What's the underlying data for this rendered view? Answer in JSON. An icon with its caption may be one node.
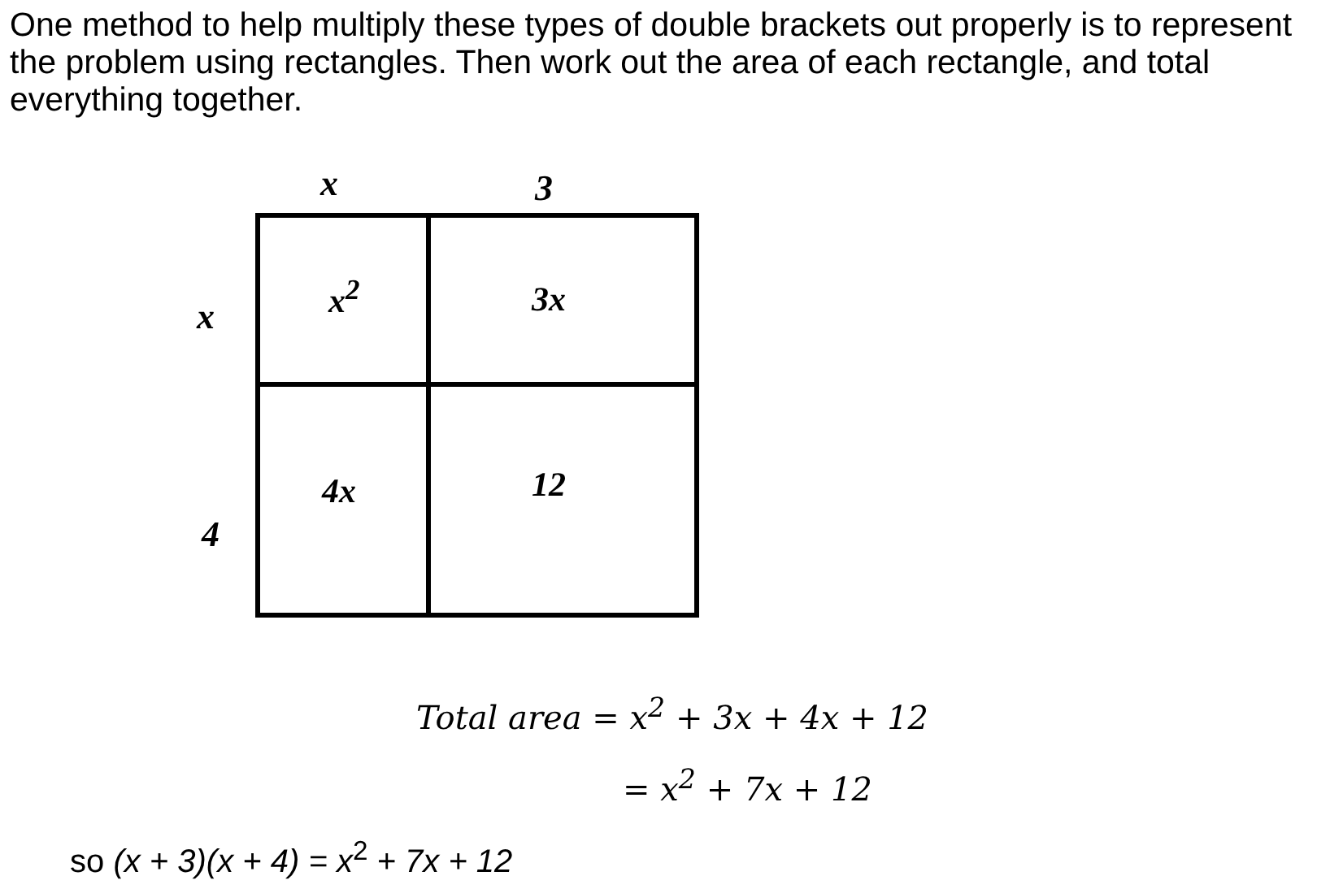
{
  "diagram": {
    "nodes": [
      {
        "text": [
          "x$^{2}$"
        ]
      },
      {
        "text": [
          "3x"
        ]
      },
      {
        "text": [
          "4x"
        ]
      },
      {
        "text": [
          "12"
        ]
      }
    ],
    "labels": [
      "One method to help multiply these types of double brackets out properly is to represent the problem using rectangles.  Then work out the area of each rectangle, and total everything together.",
      "x",
      "3",
      "x",
      "4",
      "Total area = x$^{2}$ + 3x + 4x + 12",
      "= x$^{2}$ + 7x + 12",
      "so *(x + 3)(x + 4) = x*$^{2}$ *+ 7x + 12*"
    ]
  }
}
